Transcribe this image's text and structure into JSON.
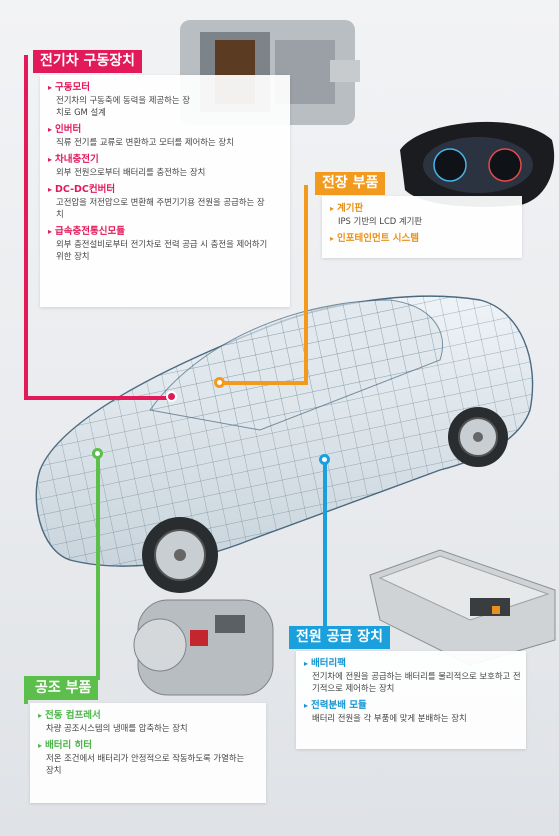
{
  "colors": {
    "red": "#e21a5a",
    "orange": "#f29a1e",
    "blue": "#1aa0dc",
    "green": "#5cbf4c"
  },
  "sections": {
    "drive": {
      "title": "전기차 구동장치",
      "items": [
        {
          "title": "구동모터",
          "desc": "전기차의 구동축에 동력을 제공하는 장치로 GM 설계"
        },
        {
          "title": "인버터",
          "desc": "직류 전기를 교류로 변환하고 모터를 제어하는 장치"
        },
        {
          "title": "차내충전기",
          "desc": "외부 전원으로부터 배터리를 충전하는 장치"
        },
        {
          "title": "DC-DC컨버터",
          "desc": "고전압을 저전압으로 변환해 주변기기용 전원을 공급하는 장치"
        },
        {
          "title": "급속충전통신모듈",
          "desc": "외부 충전설비로부터 전기차로 전력 공급 시 충전을 제어하기 위한 장치"
        }
      ]
    },
    "electronics": {
      "title": "전장 부품",
      "items": [
        {
          "title": "계기판",
          "desc": "IPS 기반의 LCD 계기판"
        },
        {
          "title": "인포테인먼트 시스템",
          "desc": ""
        }
      ]
    },
    "power": {
      "title": "전원 공급 장치",
      "items": [
        {
          "title": "배터리팩",
          "desc": "전기차에 전원을 공급하는 배터리를 물리적으로 보호하고 전기적으로 제어하는 장치"
        },
        {
          "title": "전력분배 모듈",
          "desc": "배터리 전원을 각 부품에 맞게 분배하는 장치"
        }
      ]
    },
    "hvac": {
      "title": "공조 부품",
      "items": [
        {
          "title": "전동 컴프레서",
          "desc": "차량 공조시스템의 냉매를 압축하는 장치"
        },
        {
          "title": "배터리 히터",
          "desc": "저온 조건에서 배터리가 안정적으로 작동하도록 가열하는 장치"
        }
      ]
    }
  }
}
